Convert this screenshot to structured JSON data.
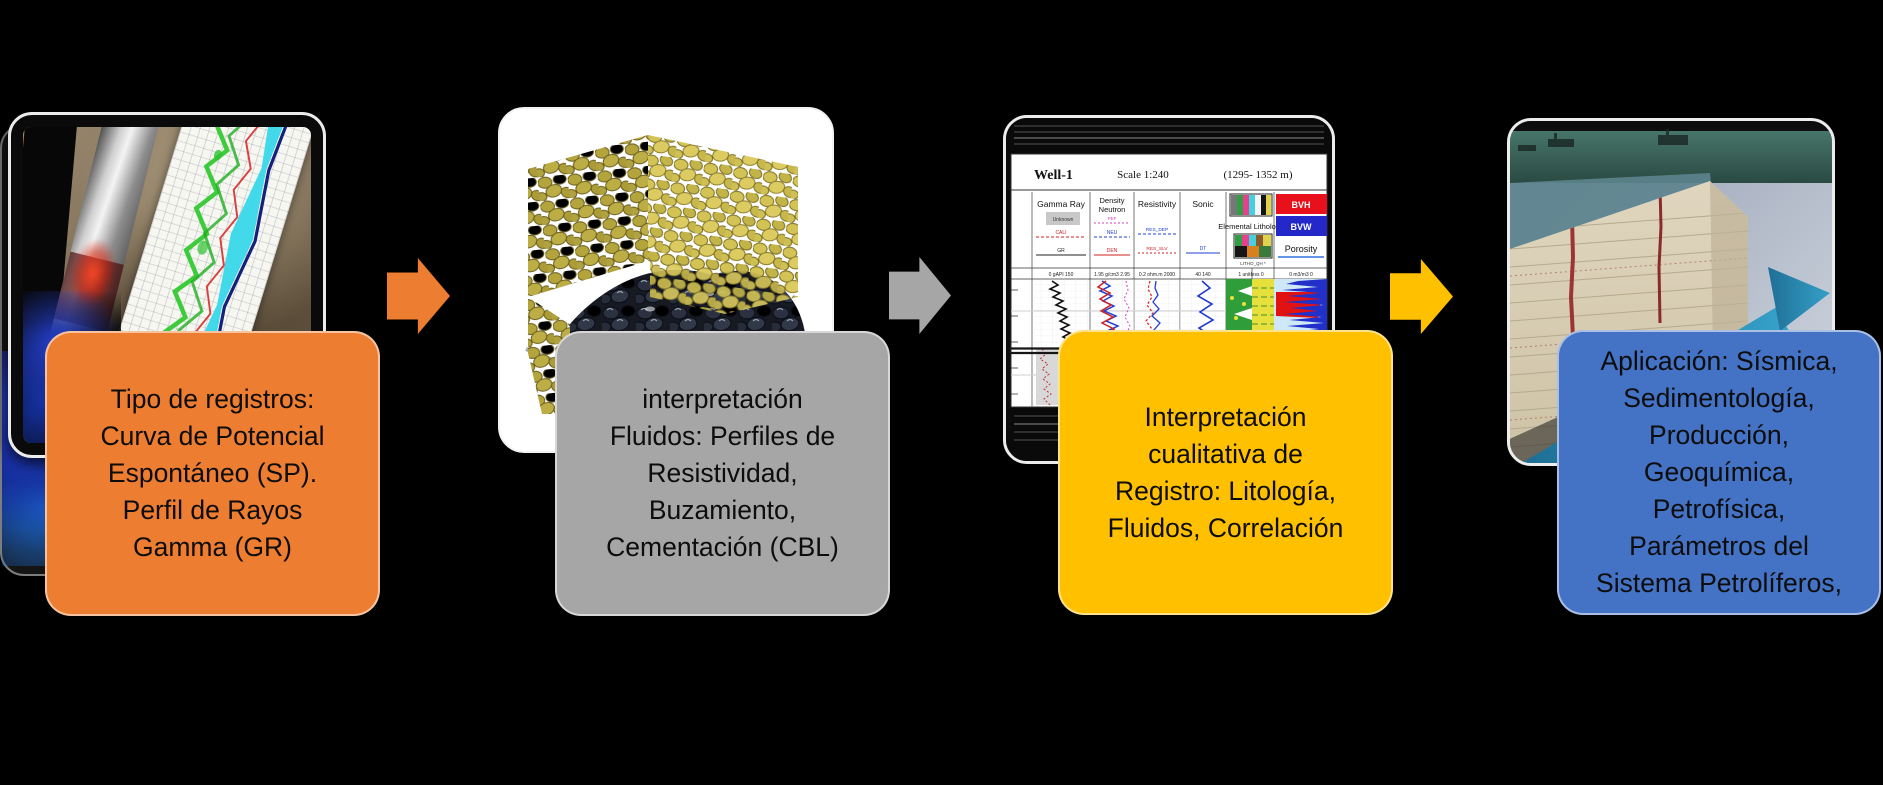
{
  "slide": {
    "background": "#000000"
  },
  "steps": [
    {
      "box_color": "#ED7D31",
      "lines": [
        "Tipo de registros:",
        "Curva de Potencial",
        "Espontáneo (SP).",
        "Perfil de Rayos",
        "Gamma (GR)"
      ]
    },
    {
      "box_color": "#A6A6A6",
      "lines": [
        "interpretación",
        "Fluidos: Perfiles de",
        "Resistividad,",
        "Buzamiento,",
        "Cementación (CBL)"
      ]
    },
    {
      "box_color": "#FFC000",
      "lines": [
        "Interpretación",
        "cualitativa de",
        "Registro: Litología,",
        "Fluidos, Correlación"
      ]
    },
    {
      "box_color": "#4472C4",
      "lines": [
        "Aplicación: Sísmica,",
        "Sedimentología,",
        "Producción,",
        "Geoquímica,",
        "Petrofísica,",
        "Parámetros del",
        "Sistema Petrolíferos,"
      ]
    }
  ],
  "arrows": [
    {
      "color": "#ED7D31"
    },
    {
      "color": "#A6A6A6"
    },
    {
      "color": "#FFC000"
    }
  ],
  "well_log": {
    "title": "Well-1",
    "scale_label": "Scale 1:240",
    "depth_range": "(1295- 1352 m)",
    "track_headers": {
      "gamma": "Gamma Ray",
      "density1": "Density",
      "density2": "Neutron",
      "resistivity": "Resistivity",
      "sonic": "Sonic",
      "lithology": "Elemental Lithology",
      "porosity": "Porosity"
    },
    "legend": {
      "bvh": "BVH",
      "bvh_color": "#E8101A",
      "bvw": "BVW",
      "bvw_color": "#2428C8"
    },
    "curves": {
      "unknown": "Unknown",
      "cali": "CALI",
      "gr": "GR",
      "pef": "PEF",
      "neu": "NEU",
      "den": "DEN",
      "res_dep": "RES_DEP",
      "res_slv": "RES_SLV",
      "dt": "DT",
      "litho": "LITHO_QH *"
    },
    "scales": {
      "gamma": "0      gAPI      150",
      "density": "1.95   g/cm3   2.95",
      "resistivity": "0.2   ohm.m  2000",
      "sonic": "40                 140",
      "lithology": "1    unitless    0",
      "porosity": "0     m3/m3    0"
    }
  }
}
